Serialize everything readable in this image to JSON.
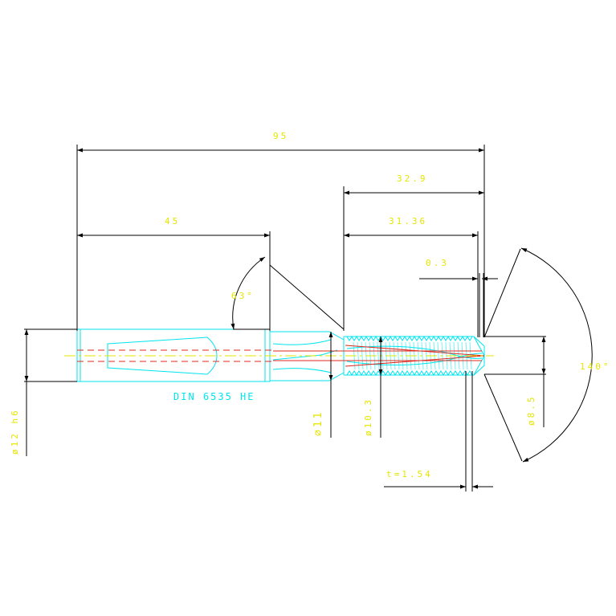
{
  "colors": {
    "background": "#ffffff",
    "dimension_line": "#000000",
    "dimension_text": "#e6e600",
    "part_outline": "#00e5ee",
    "center_line": "#e0281e"
  },
  "dimensions": {
    "overall_length": "95",
    "shank_length": "45",
    "tip_length": "32.9",
    "thread_length": "31.36",
    "chamfer_offset": "0.3",
    "chamfer_angle": "63°",
    "point_angle": "140°",
    "shank_diameter": "ø12 h6",
    "neck_diameter": "∅11",
    "thread_diameter": "ø10.3",
    "point_diameter": "ø8.5",
    "point_step": "t=1.54"
  },
  "caption": "DIN 6535 HE"
}
